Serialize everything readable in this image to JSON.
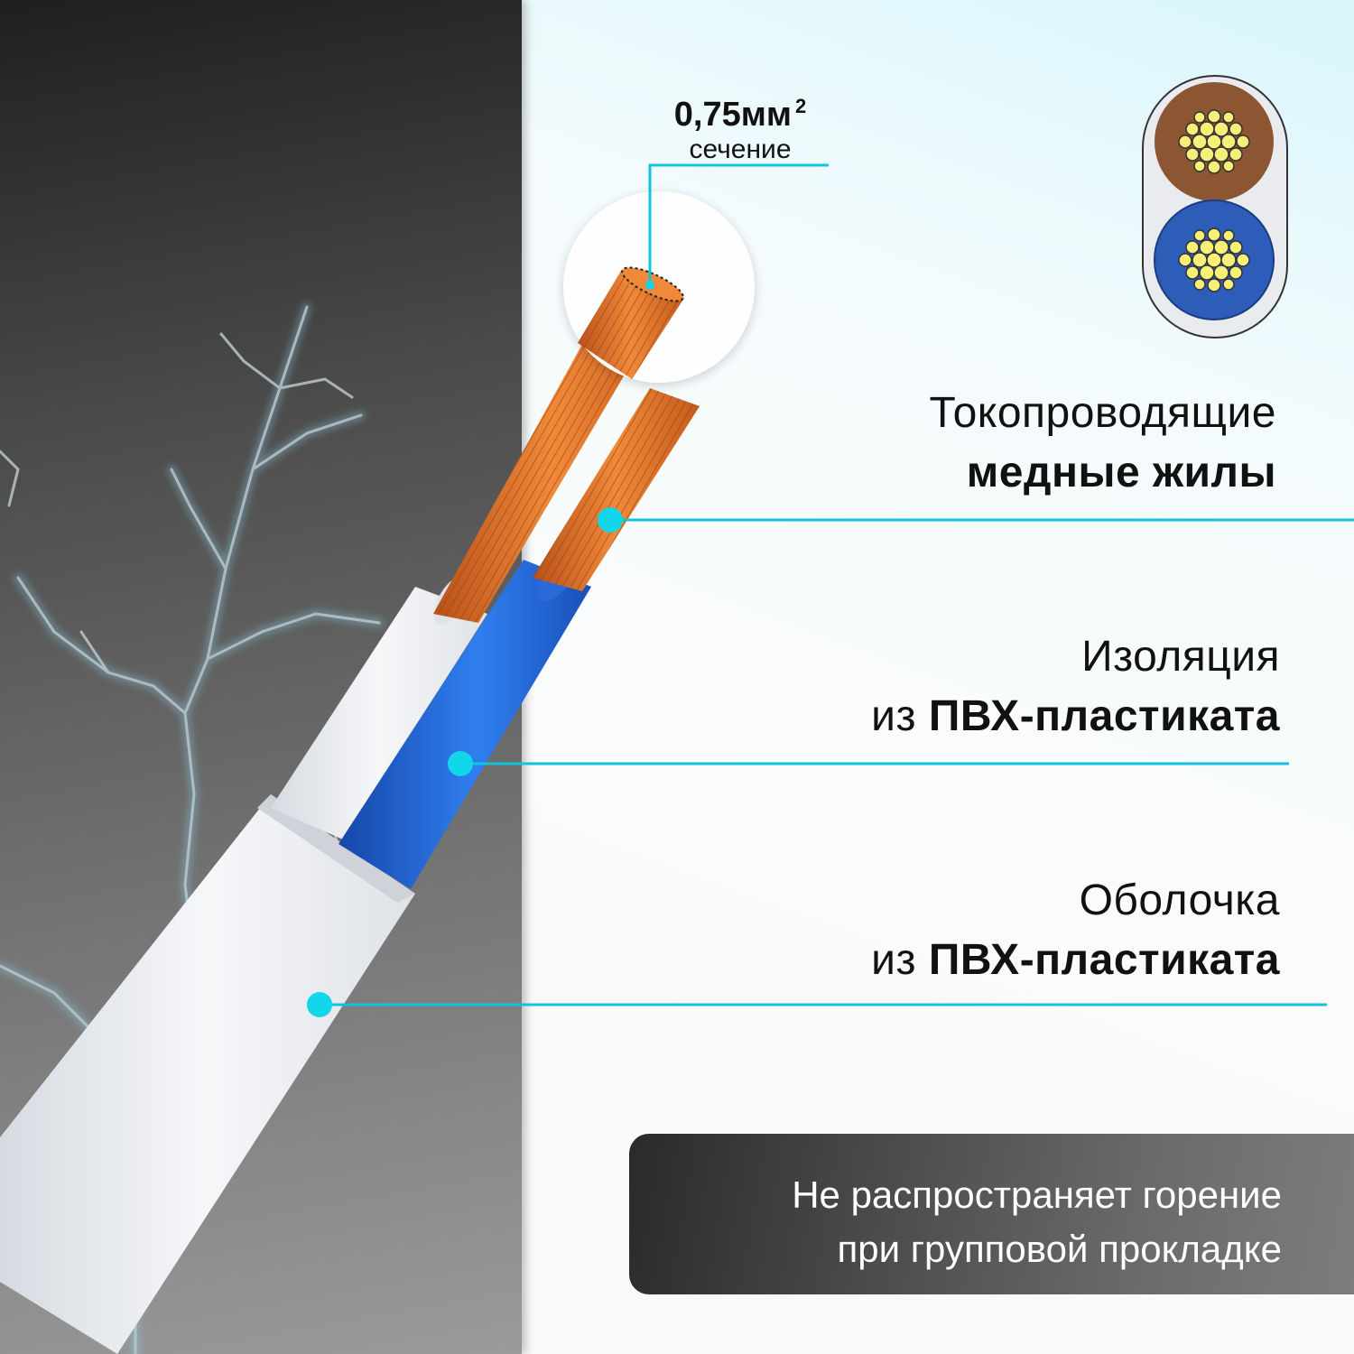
{
  "cross_section": {
    "value": "0,75мм",
    "unit_sup": "2",
    "caption": "сечение"
  },
  "callouts": [
    {
      "line1": "Токопроводящие",
      "line2": "медные жилы"
    },
    {
      "line1": "Изоляция",
      "line2_prefix": "из",
      "line2": "ПВХ-пластиката"
    },
    {
      "line1": "Оболочка",
      "line2_prefix": "из",
      "line2": "ПВХ-пластиката"
    }
  ],
  "badge": {
    "line1": "Не распространяет горение",
    "line2": "при групповой прокладке"
  },
  "colors": {
    "accent": "#12c3dc",
    "copper": "#e8772a",
    "blue_insulation": "#1f63d6",
    "brown_insulation": "#8b5631",
    "sheath": "#eef0f3"
  }
}
